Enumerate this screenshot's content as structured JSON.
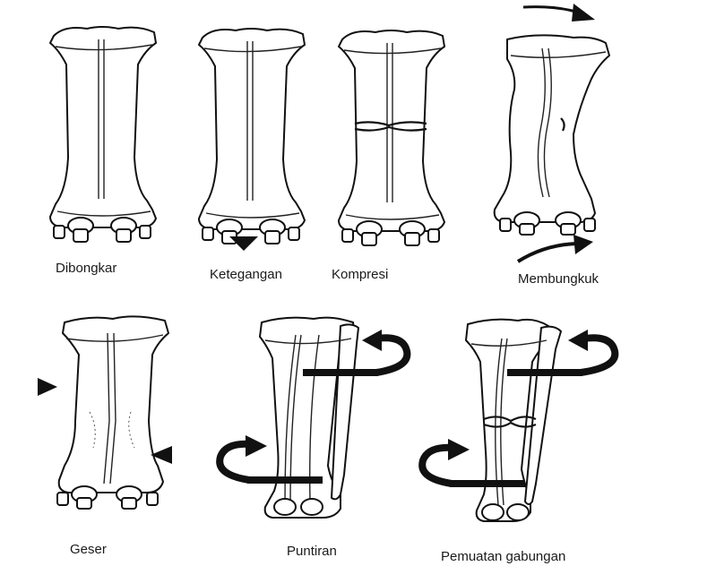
{
  "figure": {
    "captions": {
      "dibongkar": "Dibongkar",
      "ketegangan": "Ketegangan",
      "kompresi": "Kompresi",
      "membungkuk": "Membungkuk",
      "geser": "Geser",
      "puntiran": "Puntiran",
      "pemuatan_gabungan": "Pemuatan gabungan"
    },
    "colors": {
      "ink": "#111111",
      "background": "#ffffff"
    }
  }
}
